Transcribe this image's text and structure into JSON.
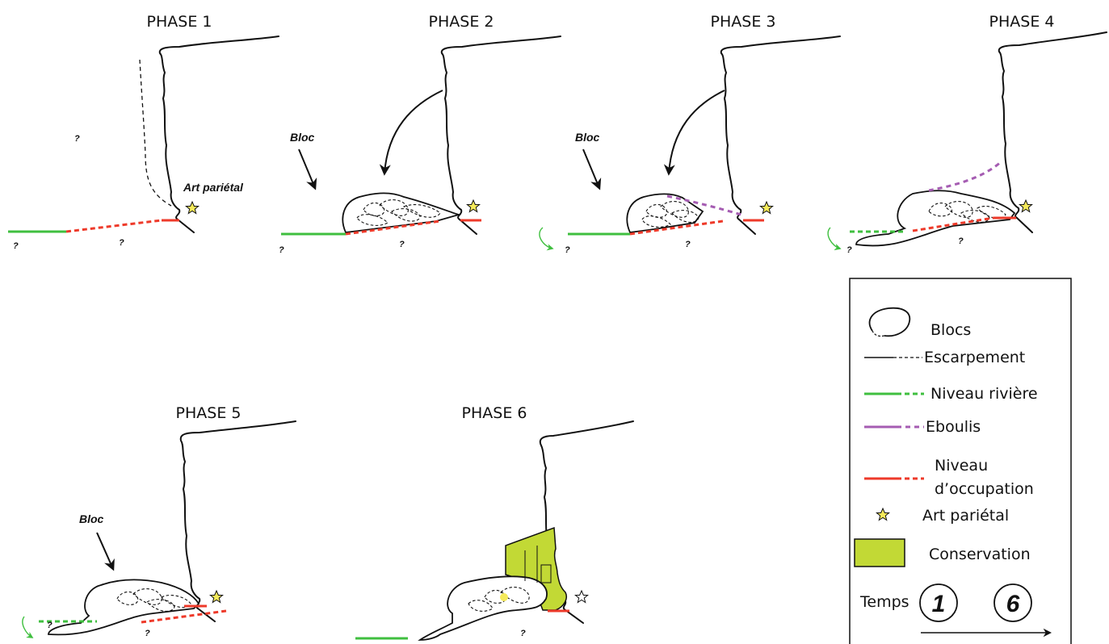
{
  "phases": [
    {
      "title": "PHASE 1",
      "label": "Art pariétal",
      "question_marks": [
        "?",
        "?",
        "?"
      ]
    },
    {
      "title": "PHASE 2",
      "label": "Bloc",
      "question_marks": [
        "?",
        "?"
      ]
    },
    {
      "title": "PHASE 3",
      "label": "Bloc",
      "question_marks": [
        "?",
        "?"
      ]
    },
    {
      "title": "PHASE 4",
      "question_marks": [
        "?",
        "?"
      ]
    },
    {
      "title": "PHASE 5",
      "label": "Bloc",
      "question_marks": [
        "?",
        "?"
      ]
    },
    {
      "title": "PHASE 6",
      "question_marks": [
        "?"
      ]
    }
  ],
  "legend": {
    "items": [
      {
        "label": "Blocs",
        "symbol": "block-outline"
      },
      {
        "label": "Escarpement",
        "symbol": "escarpment-line"
      },
      {
        "label": "Niveau rivière",
        "symbol": "river-line",
        "color": "#3fbf3f"
      },
      {
        "label": "Eboulis",
        "symbol": "scree-line",
        "color": "#a55cb2"
      },
      {
        "label": "Niveau",
        "label2": "d’occupation",
        "symbol": "occupation-line",
        "color": "#ee3a2a"
      },
      {
        "label": "Art pariétal",
        "symbol": "star-icon",
        "color": "#f5ea5a"
      },
      {
        "label": "Conservation",
        "symbol": "conservation-box",
        "color": "#c2d935"
      }
    ],
    "time": {
      "label": "Temps",
      "start": "1",
      "end": "6"
    }
  }
}
